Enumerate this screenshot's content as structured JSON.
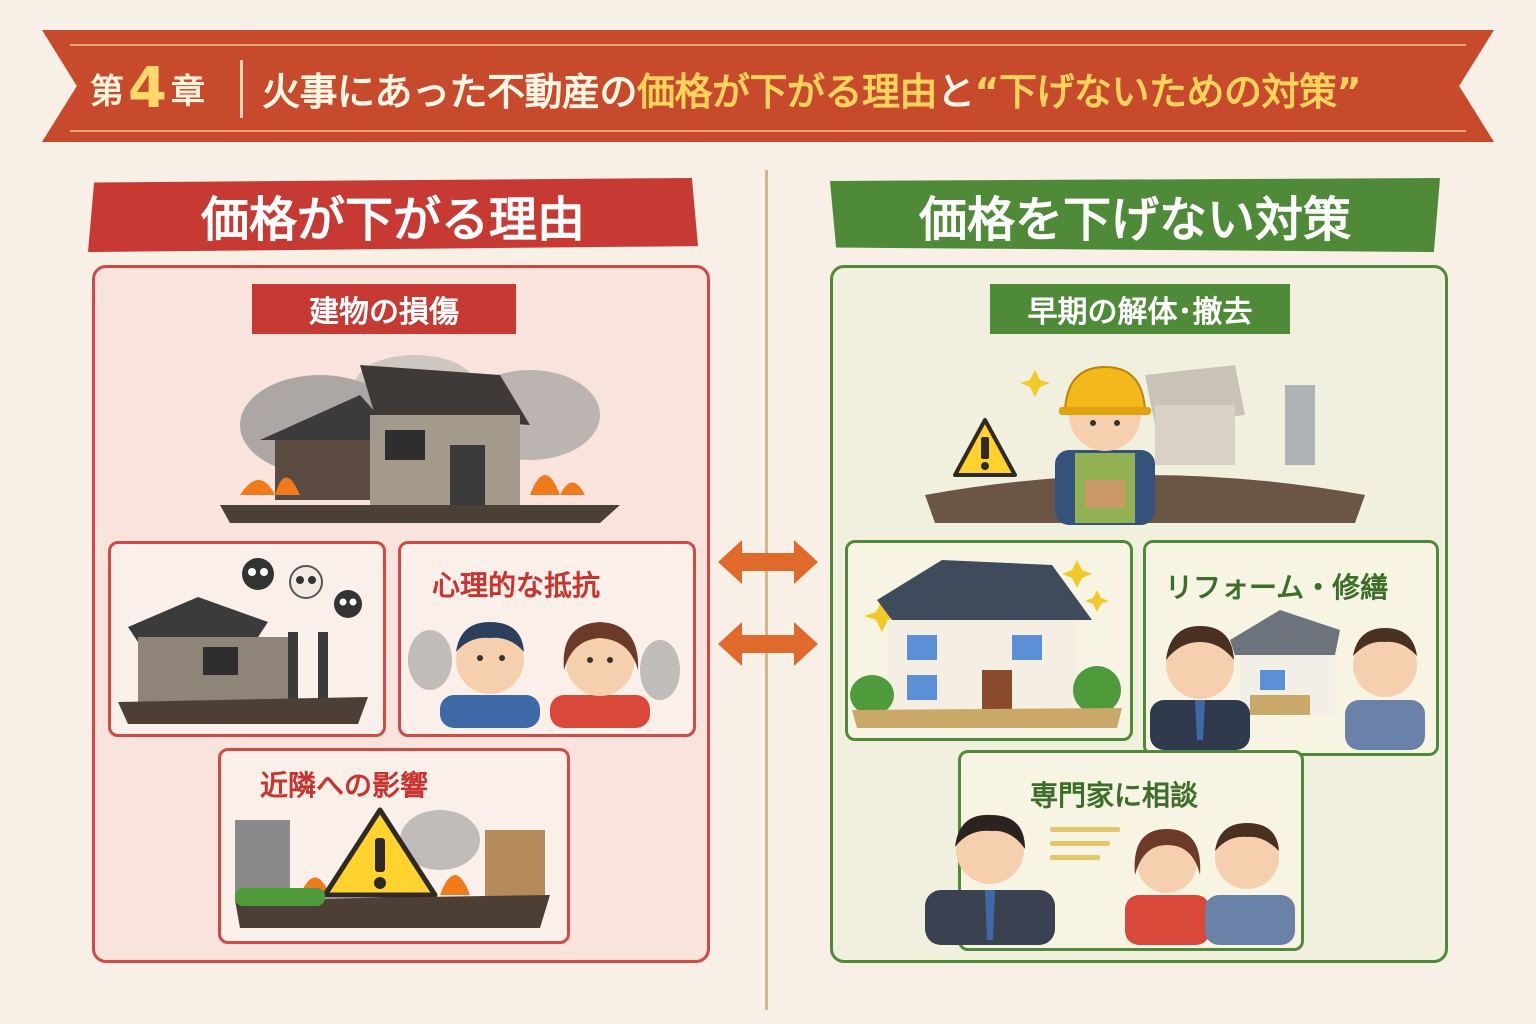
{
  "banner": {
    "chapter_prefix": "第",
    "chapter_number": "4",
    "chapter_suffix": "章",
    "title_part1": "火事にあった不動産の",
    "title_part2": "価格が下がる理由",
    "title_part3": "と",
    "title_part4": "“下げないための対策”"
  },
  "left": {
    "header": "価格が下がる理由",
    "main_tag": "建物の損傷",
    "items": [
      {
        "label": "心理的な抵抗"
      },
      {
        "label": "近隣への影響"
      }
    ]
  },
  "right": {
    "header": "価格を下げない対策",
    "main_tag": "早期の解体･撤去",
    "items": [
      {
        "label": "リフォーム・修繕"
      },
      {
        "label": "専門家に相談"
      }
    ]
  },
  "colors": {
    "banner": "#c84a2c",
    "reason_red": "#c73a34",
    "measure_green": "#4e8a37",
    "arrow_orange": "#e06a2c",
    "background": "#f8efe6"
  },
  "icons": [
    "burned-house-icon",
    "skull-icon",
    "worried-couple-icon",
    "warning-icon",
    "worker-icon",
    "renovated-house-icon",
    "consultant-icon",
    "double-arrow-icon"
  ]
}
